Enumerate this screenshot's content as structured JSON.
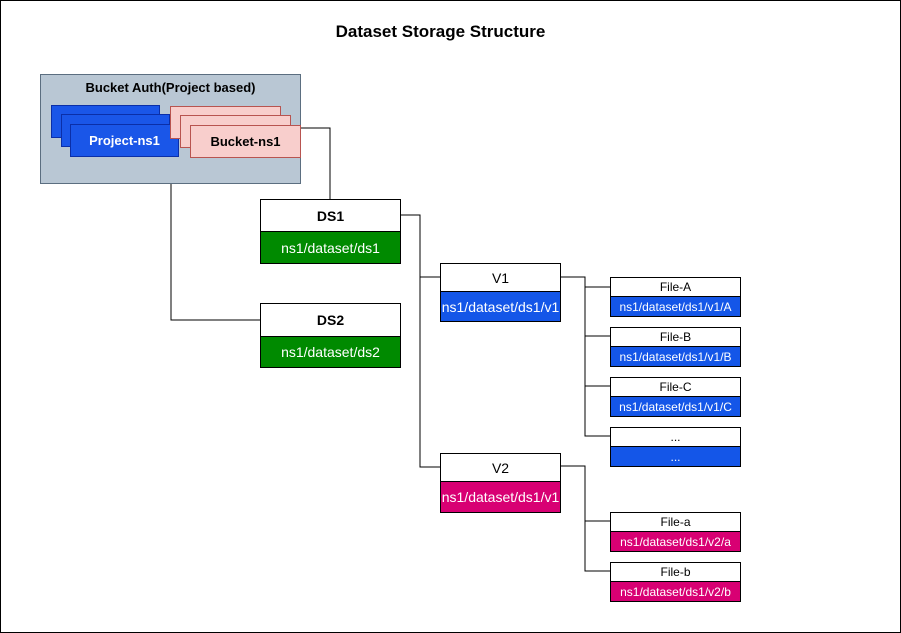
{
  "title": "Dataset Storage Structure",
  "colors": {
    "bucket_bg": "#b9c7d4",
    "project": "#1a56e8",
    "bucket_card": "#f8cecc",
    "dataset": "#008a00",
    "blue": "#1456e8",
    "pink": "#d80073"
  },
  "bucket_auth": {
    "title": "Bucket Auth(Project based)",
    "project_label": "Project-ns1",
    "bucket_label": "Bucket-ns1"
  },
  "datasets": [
    {
      "name": "DS1",
      "path": "ns1/dataset/ds1"
    },
    {
      "name": "DS2",
      "path": "ns1/dataset/ds2"
    }
  ],
  "versions": [
    {
      "name": "V1",
      "path": "ns1/dataset/ds1/v1",
      "files": [
        {
          "name": "File-A",
          "path": "ns1/dataset/ds1/v1/A"
        },
        {
          "name": "File-B",
          "path": "ns1/dataset/ds1/v1/B"
        },
        {
          "name": "File-C",
          "path": "ns1/dataset/ds1/v1/C"
        },
        {
          "name": "...",
          "path": "..."
        }
      ]
    },
    {
      "name": "V2",
      "path": "ns1/dataset/ds1/v1",
      "files": [
        {
          "name": "File-a",
          "path": "ns1/dataset/ds1/v2/a"
        },
        {
          "name": "File-b",
          "path": "ns1/dataset/ds1/v2/b"
        }
      ]
    }
  ]
}
